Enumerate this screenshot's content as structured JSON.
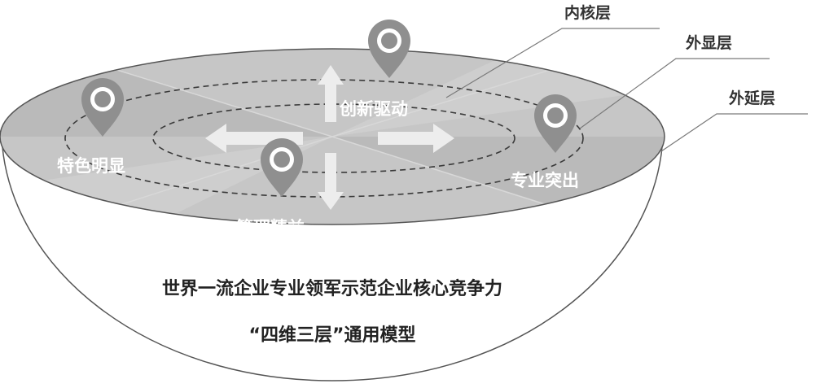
{
  "layers": {
    "inner": "内核层",
    "display": "外显层",
    "extension": "外延层"
  },
  "dimensions": {
    "innovation": "创新驱动",
    "features": "特色明显",
    "professional": "专业突出",
    "management": "管理精益"
  },
  "caption": {
    "line1": "世界一流企业专业领军示范企业核心竞争力",
    "line2": "“四维三层”通用模型"
  },
  "colors": {
    "bowl_fill": "#ffffff",
    "bowl_stroke": "#555555",
    "surface_fill": "#c6c6c6",
    "surface_dark": "#b0b0b0",
    "arrow_fill": "#ededed",
    "pin_fill": "#8f8f8f",
    "pin_center": "#9a9a9a",
    "text_white": "#ffffff",
    "text_dark": "#333333",
    "leader_line": "#7a7a7a"
  }
}
